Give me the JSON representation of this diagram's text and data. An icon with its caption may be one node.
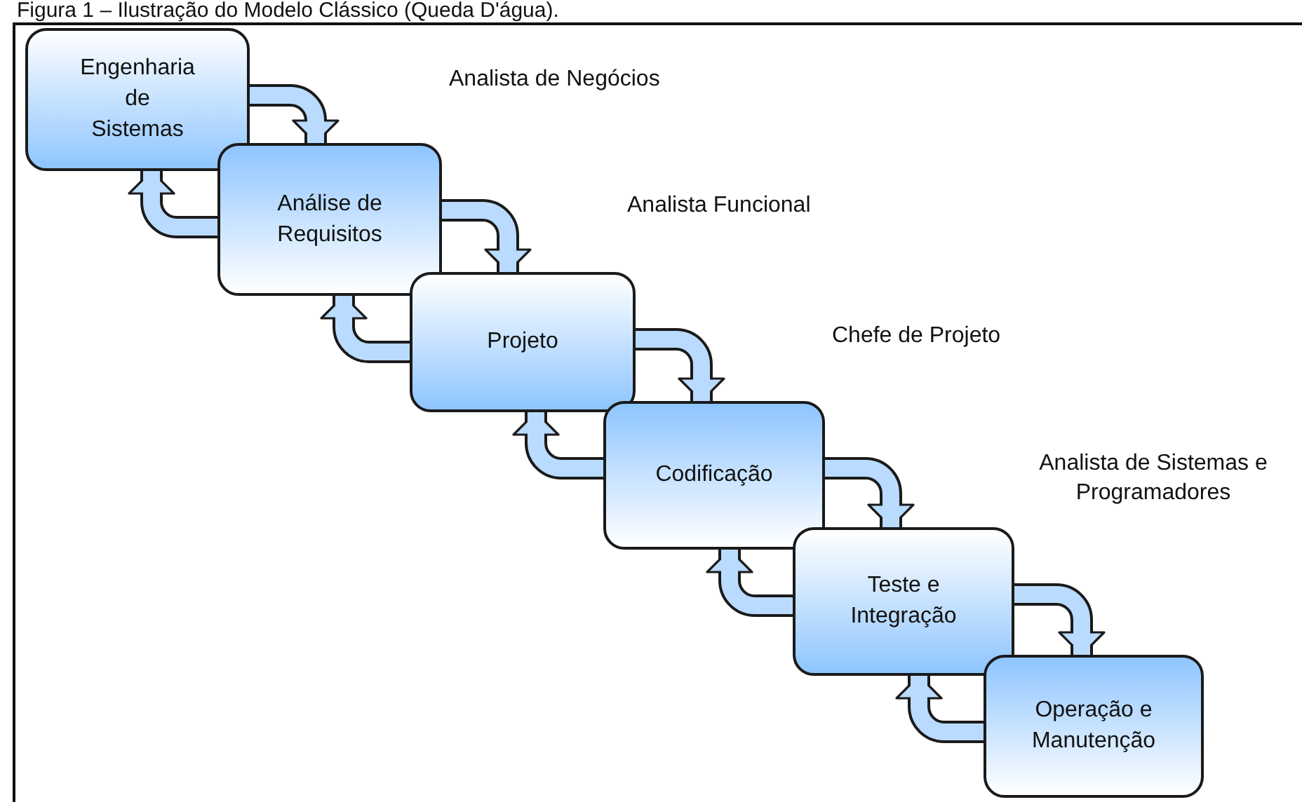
{
  "diagram": {
    "title": "Figura 1 – Ilustração do Modelo Clássico (Queda D'água).",
    "nodes": [
      {
        "text": [
          "Engenharia de Sistemas"
        ]
      },
      {
        "text": [
          "Análise de Requisitos"
        ]
      },
      {
        "text": [
          "Projeto"
        ]
      },
      {
        "text": [
          "Codificação"
        ]
      },
      {
        "text": [
          "Teste e Integração"
        ]
      },
      {
        "text": [
          "Operação e Manutenção"
        ]
      }
    ],
    "edges": [
      {
        "from": 0,
        "to": 1,
        "arrow": "to"
      },
      {
        "from": 1,
        "to": 0,
        "arrow": "to"
      },
      {
        "from": 1,
        "to": 2,
        "arrow": "to"
      },
      {
        "from": 2,
        "to": 1,
        "arrow": "to"
      },
      {
        "from": 2,
        "to": 3,
        "arrow": "to"
      },
      {
        "from": 3,
        "to": 2,
        "arrow": "to"
      },
      {
        "from": 3,
        "to": 4,
        "arrow": "to"
      },
      {
        "from": 4,
        "to": 3,
        "arrow": "to"
      },
      {
        "from": 4,
        "to": 5,
        "arrow": "to"
      },
      {
        "from": 5,
        "to": 4,
        "arrow": "to"
      }
    ],
    "labels": [
      "Analista de Negócios",
      "Analista Funcional",
      "Chefe de Projeto",
      "Analista de Sistemas e Programadores"
    ]
  }
}
